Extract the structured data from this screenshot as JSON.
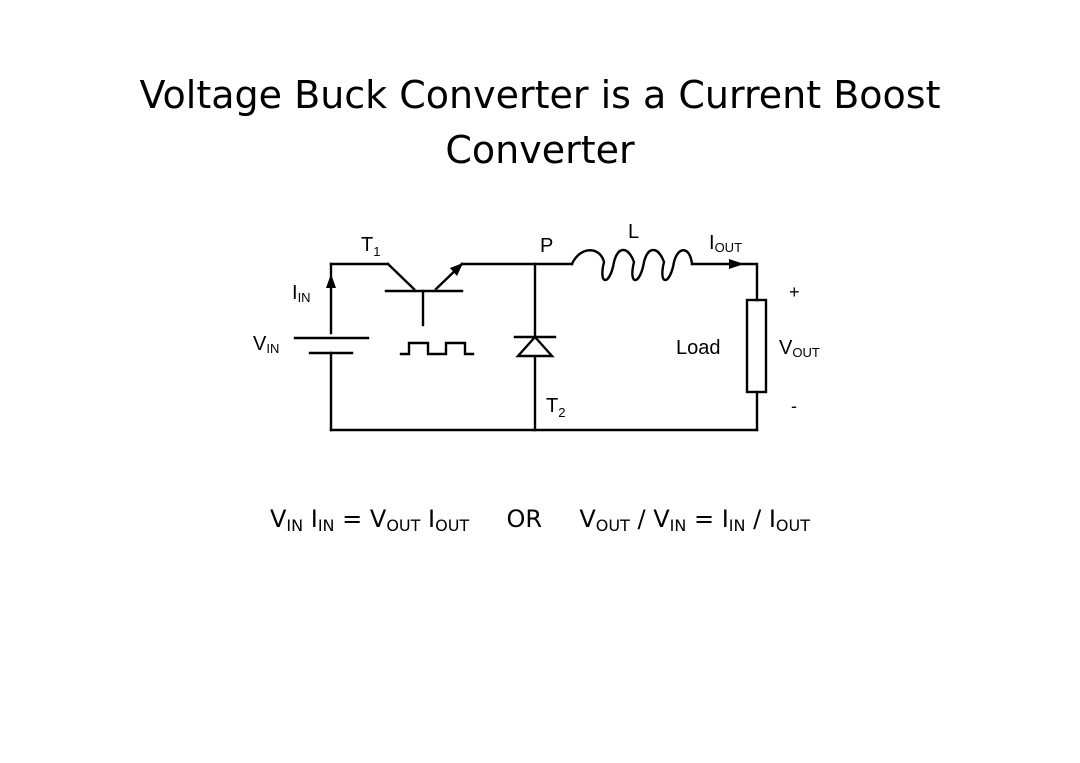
{
  "slide": {
    "title_line1": "Voltage Buck Converter is a Current Boost",
    "title_line2": "Converter"
  },
  "circuit": {
    "switch_label": {
      "main": "T",
      "sub": "1"
    },
    "node_label": "P",
    "inductor_label": "L",
    "output_current_label": {
      "main": "I",
      "sub": "OUT"
    },
    "input_current_label": {
      "main": "I",
      "sub": "IN"
    },
    "source_label": {
      "main": "V",
      "sub": "IN"
    },
    "diode_label": {
      "main": "T",
      "sub": "2"
    },
    "load_label": "Load",
    "output_voltage_label": {
      "main": "V",
      "sub": "OUT"
    },
    "plus_sign": "+",
    "minus_sign": "-"
  },
  "equation": {
    "v_in": {
      "main": "V",
      "sub": "IN"
    },
    "i_in": {
      "main": "I",
      "sub": "IN"
    },
    "equals": "=",
    "v_out": {
      "main": "V",
      "sub": "OUT"
    },
    "i_out": {
      "main": "I",
      "sub": "OUT"
    },
    "or_word": "OR",
    "slash": "/",
    "ratio_v_out": {
      "main": "V",
      "sub": "OUT"
    },
    "ratio_v_in": {
      "main": "V",
      "sub": "IN"
    },
    "ratio_equals": "=",
    "ratio_i_in": {
      "main": "I",
      "sub": "IN"
    },
    "ratio_i_out": {
      "main": "I",
      "sub": "OUT"
    }
  }
}
